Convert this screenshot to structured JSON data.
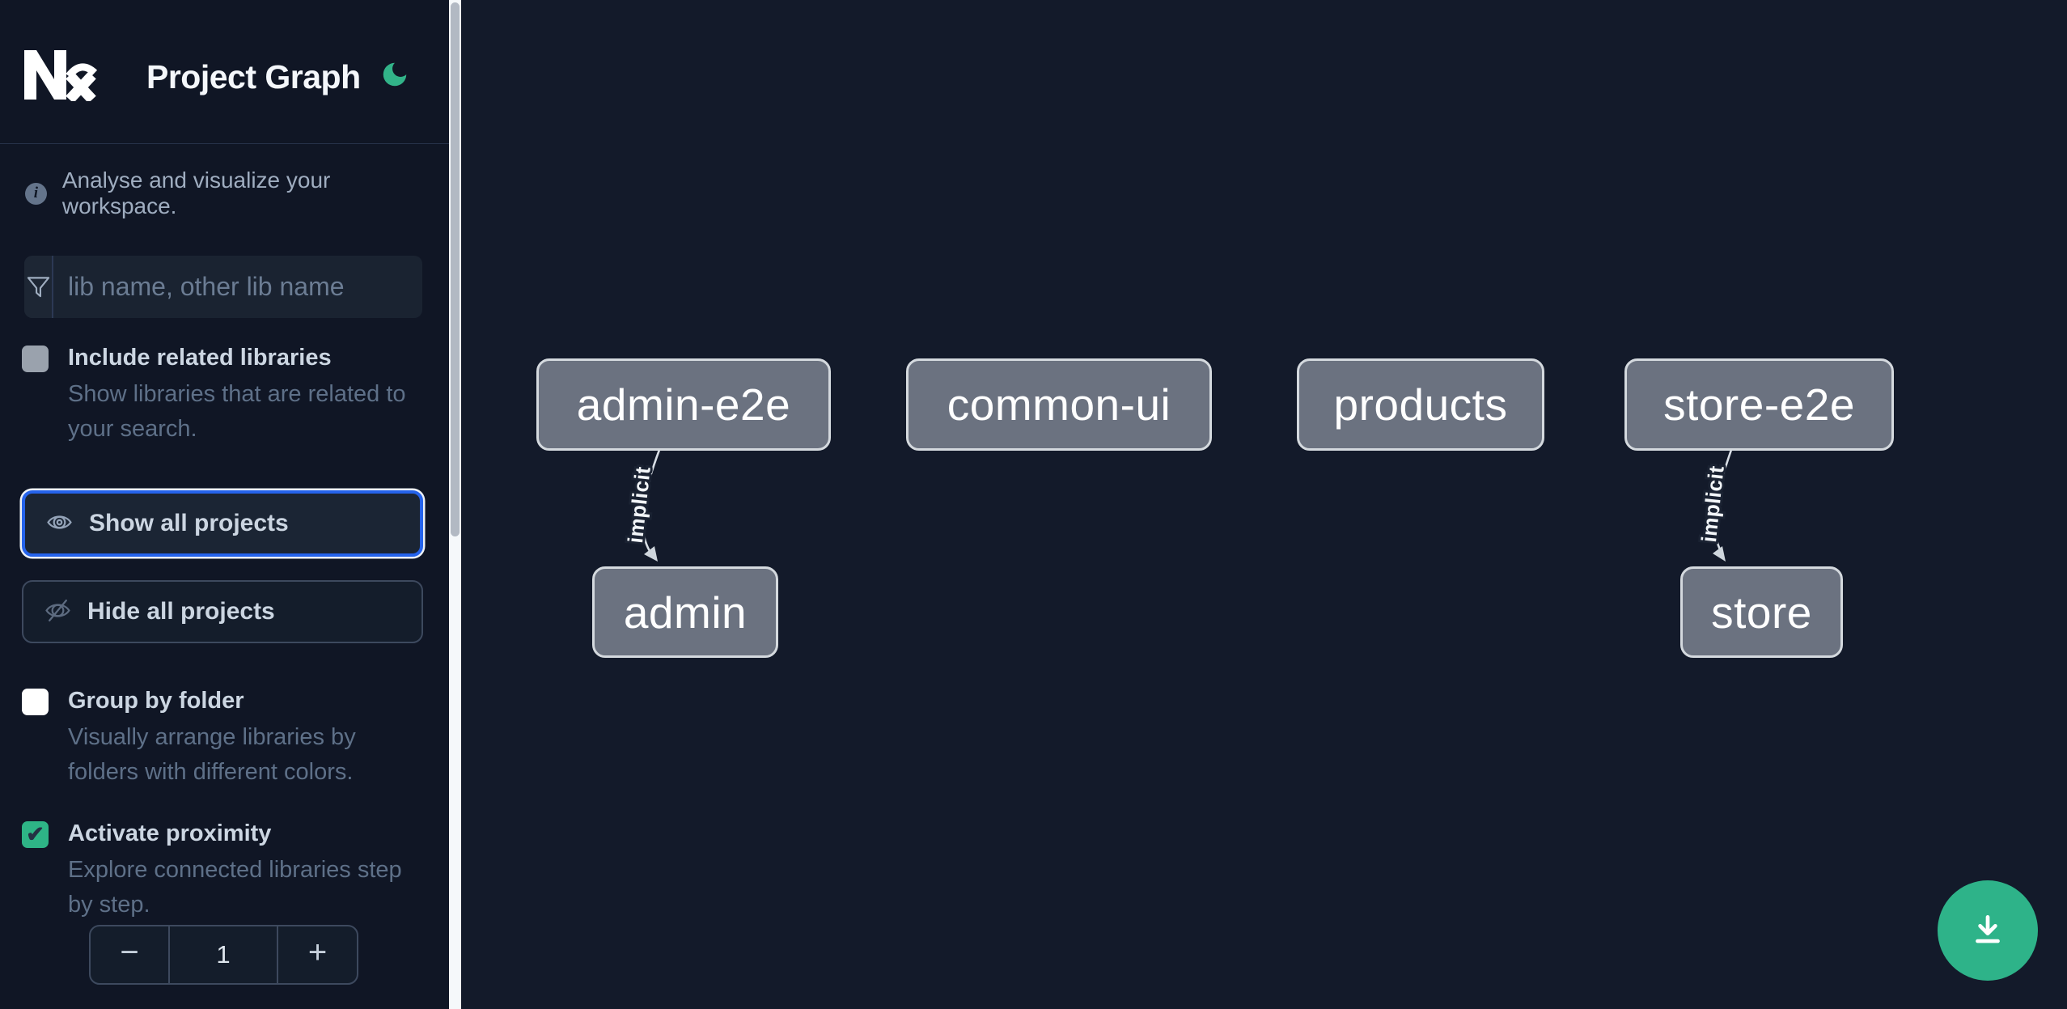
{
  "header": {
    "logo": "Nx",
    "title": "Project Graph",
    "theme_icon": "moon-icon"
  },
  "sidebar": {
    "tagline": "Analyse and visualize your workspace.",
    "search": {
      "placeholder": "lib name, other lib name"
    },
    "include_related": {
      "label": "Include related libraries",
      "description": "Show libraries that are related to your search.",
      "checked": false
    },
    "show_all": {
      "label": "Show all projects"
    },
    "hide_all": {
      "label": "Hide all projects"
    },
    "group_by_folder": {
      "label": "Group by folder",
      "description": "Visually arrange libraries by folders with different colors.",
      "checked": false
    },
    "activate_proximity": {
      "label": "Activate proximity",
      "description": "Explore connected libraries step by step.",
      "checked": true,
      "check_glyph": "✔"
    },
    "proximity_stepper": {
      "decrement_label": "−",
      "value": "1",
      "increment_label": "+"
    }
  },
  "graph": {
    "nodes": [
      {
        "id": "admin-e2e",
        "label": "admin-e2e"
      },
      {
        "id": "common-ui",
        "label": "common-ui"
      },
      {
        "id": "products",
        "label": "products"
      },
      {
        "id": "store-e2e",
        "label": "store-e2e"
      },
      {
        "id": "admin",
        "label": "admin"
      },
      {
        "id": "store",
        "label": "store"
      }
    ],
    "edges": [
      {
        "from": "admin-e2e",
        "to": "admin",
        "type": "implicit",
        "label": "implicit"
      },
      {
        "from": "store-e2e",
        "to": "store",
        "type": "implicit",
        "label": "implicit"
      }
    ]
  },
  "fab": {
    "icon": "download-icon"
  },
  "colors": {
    "accent_teal": "#2eb486",
    "focus_blue": "#2563eb",
    "node_fill": "#6b7280",
    "node_border": "#d4d9de",
    "canvas_bg": "#131a2a",
    "sidebar_bg": "#101625"
  }
}
